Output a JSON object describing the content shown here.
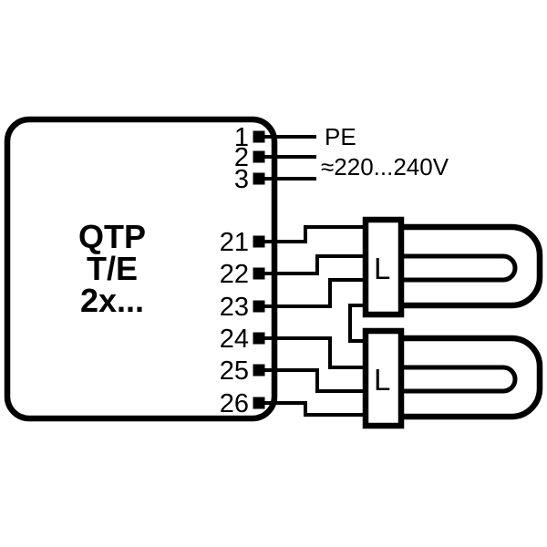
{
  "diagram": {
    "background_color": "#ffffff",
    "line_color": "#000000",
    "ballast": {
      "title_lines": [
        "QTP",
        "T/E",
        "2x..."
      ]
    },
    "mains": {
      "terminals": [
        {
          "number": "1"
        },
        {
          "number": "2"
        },
        {
          "number": "3"
        }
      ],
      "pe_label": "PE",
      "voltage_label": "≈220...240V"
    },
    "lamp_terminals": [
      {
        "number": "21"
      },
      {
        "number": "22"
      },
      {
        "number": "23"
      },
      {
        "number": "24"
      },
      {
        "number": "25"
      },
      {
        "number": "26"
      }
    ],
    "lamps": [
      {
        "label": "L"
      },
      {
        "label": "L"
      }
    ]
  }
}
